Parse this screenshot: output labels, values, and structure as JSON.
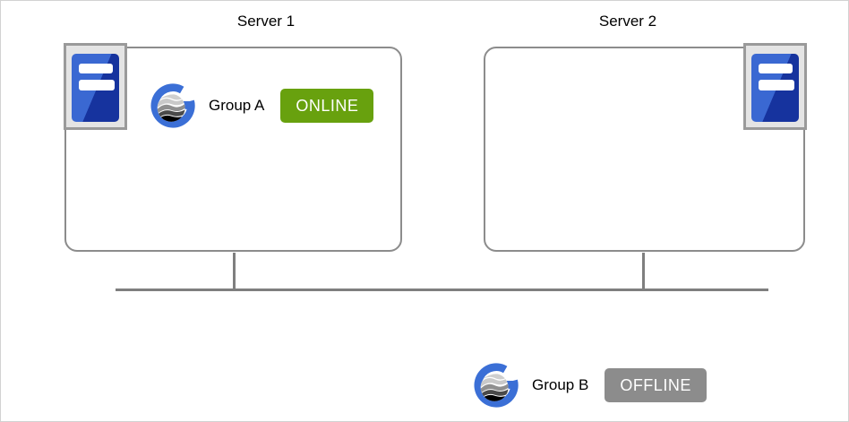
{
  "diagram": {
    "servers": [
      {
        "title": "Server 1",
        "group": {
          "name": "Group A",
          "status": "ONLINE",
          "status_color": "#68a10e"
        }
      },
      {
        "title": "Server 2"
      }
    ],
    "standalone_group": {
      "name": "Group B",
      "status": "OFFLINE",
      "status_color": "#8c8c8c"
    },
    "icons": {
      "server": "server-tower-icon",
      "group": "globe-g-group-icon"
    },
    "colors": {
      "box_border": "#8c8c8c",
      "network_line": "#7f7f7f",
      "online_badge": "#68a10e",
      "offline_badge": "#8c8c8c",
      "server_icon_blue_light": "#3a68d2",
      "server_icon_blue_dark": "#16339e",
      "group_icon_blue": "#3b6fd6"
    }
  }
}
